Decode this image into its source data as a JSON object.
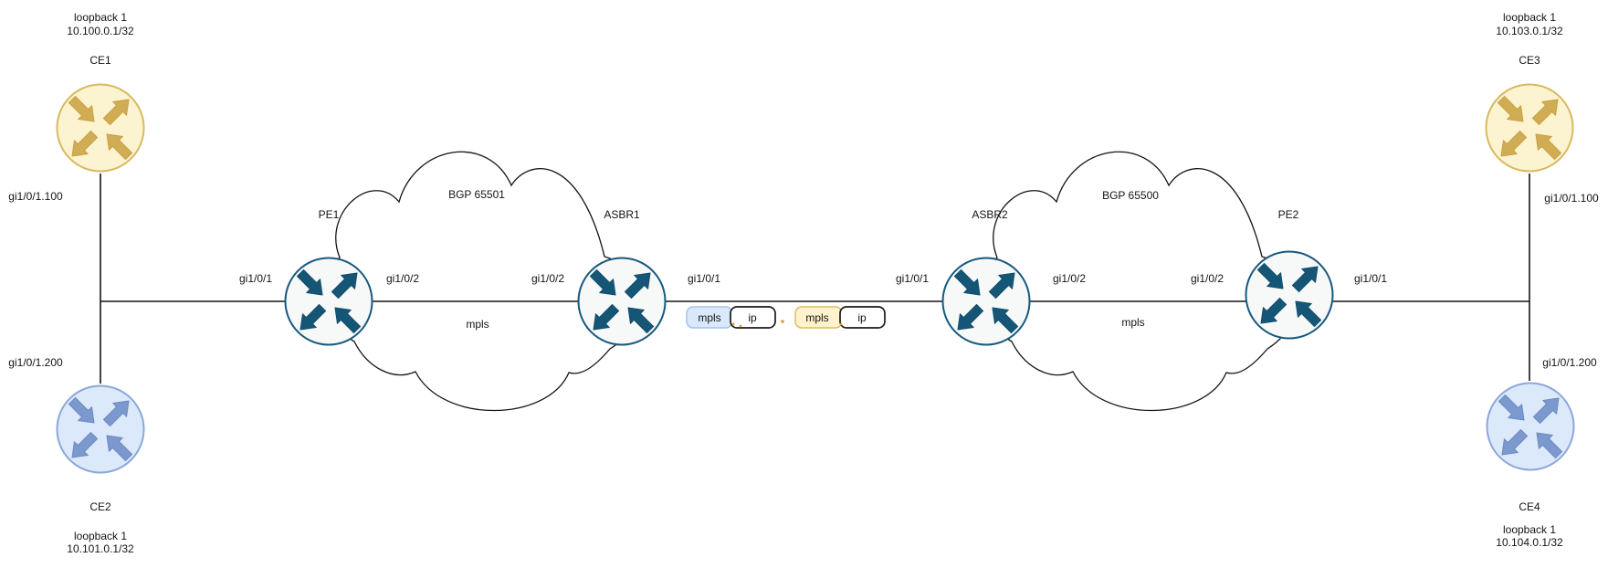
{
  "nodes": {
    "ce1": {
      "name": "CE1",
      "loopback": "loopback 1",
      "ip": "10.100.0.1/32"
    },
    "ce2": {
      "name": "CE2",
      "loopback": "loopback 1",
      "ip": "10.101.0.1/32"
    },
    "ce3": {
      "name": "CE3",
      "loopback": "loopback 1",
      "ip": "10.103.0.1/32"
    },
    "ce4": {
      "name": "CE4",
      "loopback": "loopback 1",
      "ip": "10.104.0.1/32"
    },
    "pe1": {
      "name": "PE1"
    },
    "asbr1": {
      "name": "ASBR1"
    },
    "asbr2": {
      "name": "ASBR2"
    },
    "pe2": {
      "name": "PE2"
    }
  },
  "clouds": {
    "left": {
      "name": "BGP 65501",
      "core": "mpls"
    },
    "right": {
      "name": "BGP 65500",
      "core": "mpls"
    }
  },
  "interfaces": {
    "ce1-sub": "gi1/0/1.100",
    "ce2-sub": "gi1/0/1.200",
    "ce3-sub": "gi1/0/1.100",
    "ce4-sub": "gi1/0/1.200",
    "pe1-left": "gi1/0/1",
    "pe1-right": "gi1/0/2",
    "asbr1-left": "gi1/0/2",
    "asbr1-right": "gi1/0/1",
    "asbr2-left": "gi1/0/1",
    "asbr2-right": "gi1/0/2",
    "pe2-left": "gi1/0/2",
    "pe2-right": "gi1/0/1"
  },
  "packets": {
    "left": {
      "outer": "mpls",
      "inner": "ip"
    },
    "right": {
      "outer": "mpls",
      "inner": "ip"
    }
  },
  "colors": {
    "ce-yellow-fill": "#FCF3D1",
    "ce-yellow-stroke": "#D8B95F",
    "ce-yellow-arrow": "#D0AC55",
    "ce-yellow-arrow-stroke": "#C9A23F",
    "ce-blue-fill": "#DCE9FB",
    "ce-blue-stroke": "#8BA8D9",
    "ce-blue-arrow": "#7B99CE",
    "ce-blue-arrow-stroke": "#6D8ABF",
    "pe-fill": "#F7F8F8",
    "pe-stroke": "#17597F",
    "pe-arrow": "#155677",
    "pe-arrow-stroke": "#124E6E",
    "mpls-blue-fill": "#DAE8FC",
    "mpls-blue-stroke": "#A3C4EA",
    "mpls-yellow-fill": "#FFF2CC",
    "mpls-yellow-stroke": "#DDBE5F",
    "ip-fill": "#FFFFFF",
    "ip-stroke": "#1A1A1A",
    "line": "#141414",
    "dot": "#E39B2D"
  }
}
